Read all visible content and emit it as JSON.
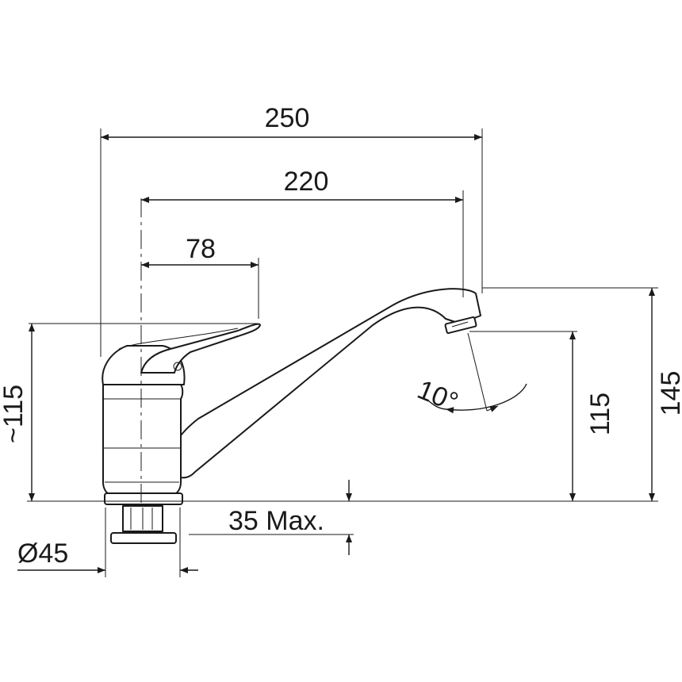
{
  "dimensions": {
    "overall_reach": "250",
    "spout_reach": "220",
    "lever_reach": "78",
    "body_height": "~115",
    "spout_clearance": "115",
    "overall_height": "145",
    "max_deck_thickness": "35 Max.",
    "mounting_hole_diameter": "Ø45",
    "swivel_angle": "10°"
  }
}
